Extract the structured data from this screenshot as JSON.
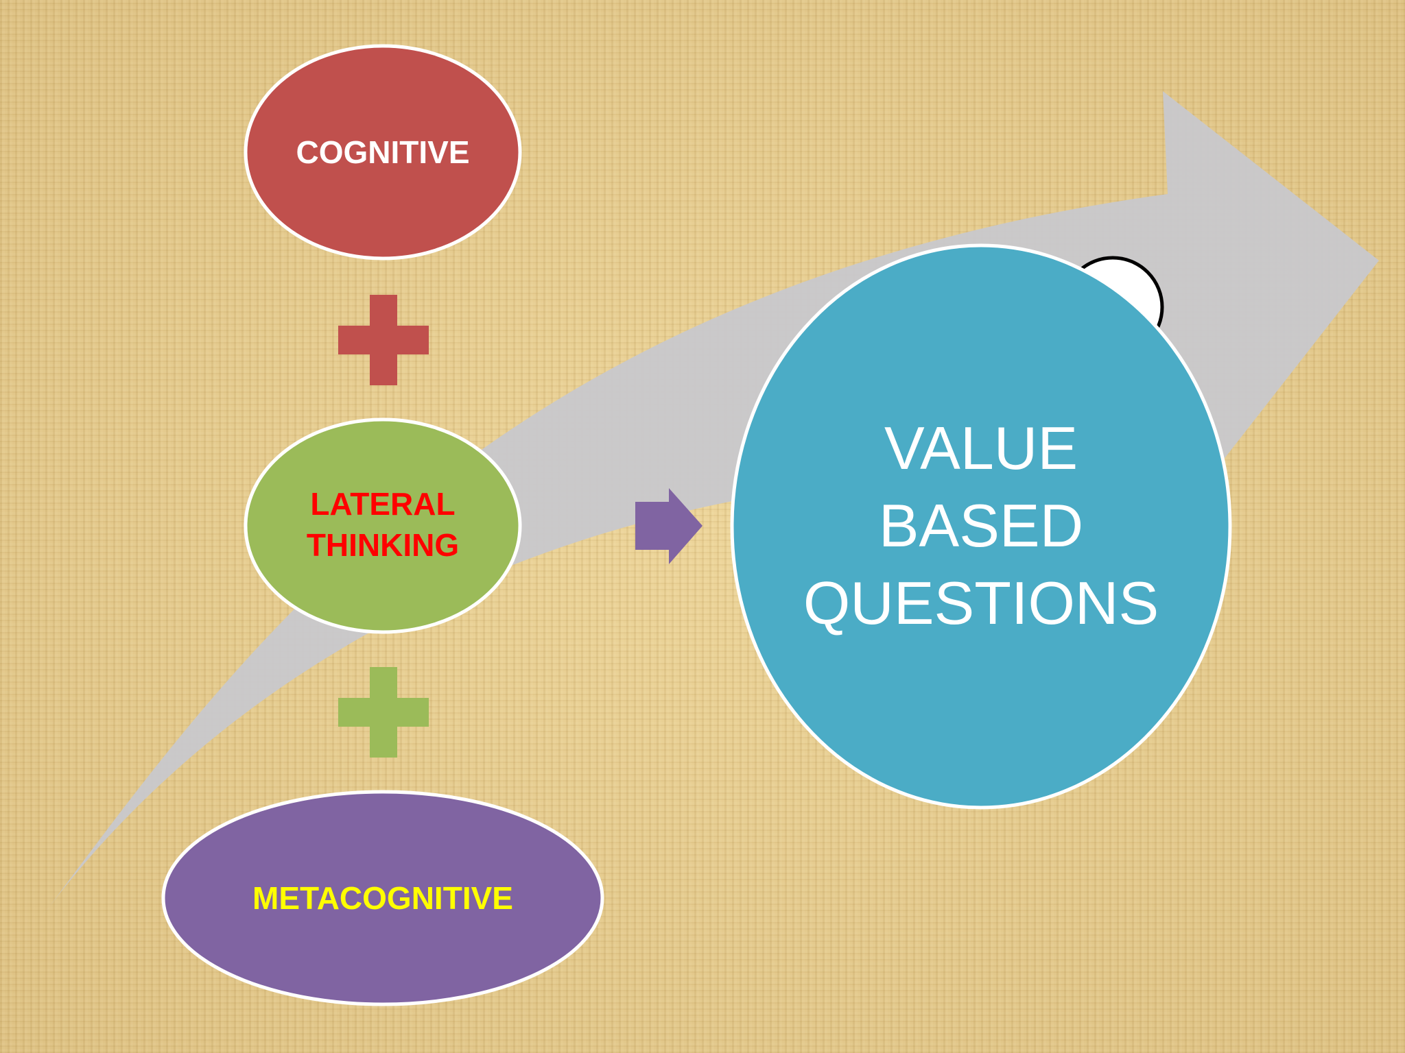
{
  "nodes": {
    "cognitive": {
      "label": "COGNITIVE",
      "fill": "#c0504d",
      "text_color": "#ffffff"
    },
    "lateral": {
      "line1": "LATERAL",
      "line2": "THINKING",
      "fill": "#9bbb59",
      "text_color": "#ff0000"
    },
    "metacognitive": {
      "label": "METACOGNITIVE",
      "fill": "#8064a2",
      "text_color": "#ffff00"
    },
    "result": {
      "line1": "VALUE",
      "line2": "BASED",
      "line3": "QUESTIONS",
      "fill": "#4bacc6",
      "text_color": "#ffffff"
    }
  },
  "operators": {
    "plus_top": {
      "symbol": "plus-icon",
      "color": "#c0504d"
    },
    "plus_bottom": {
      "symbol": "plus-icon",
      "color": "#9bbb59"
    },
    "arrow": {
      "symbol": "right-arrow-icon",
      "color": "#8064a2"
    }
  },
  "background": {
    "texture": "burlap",
    "color": "#e3c98c"
  },
  "swoosh_arrow": {
    "color": "#c8c8cc"
  }
}
